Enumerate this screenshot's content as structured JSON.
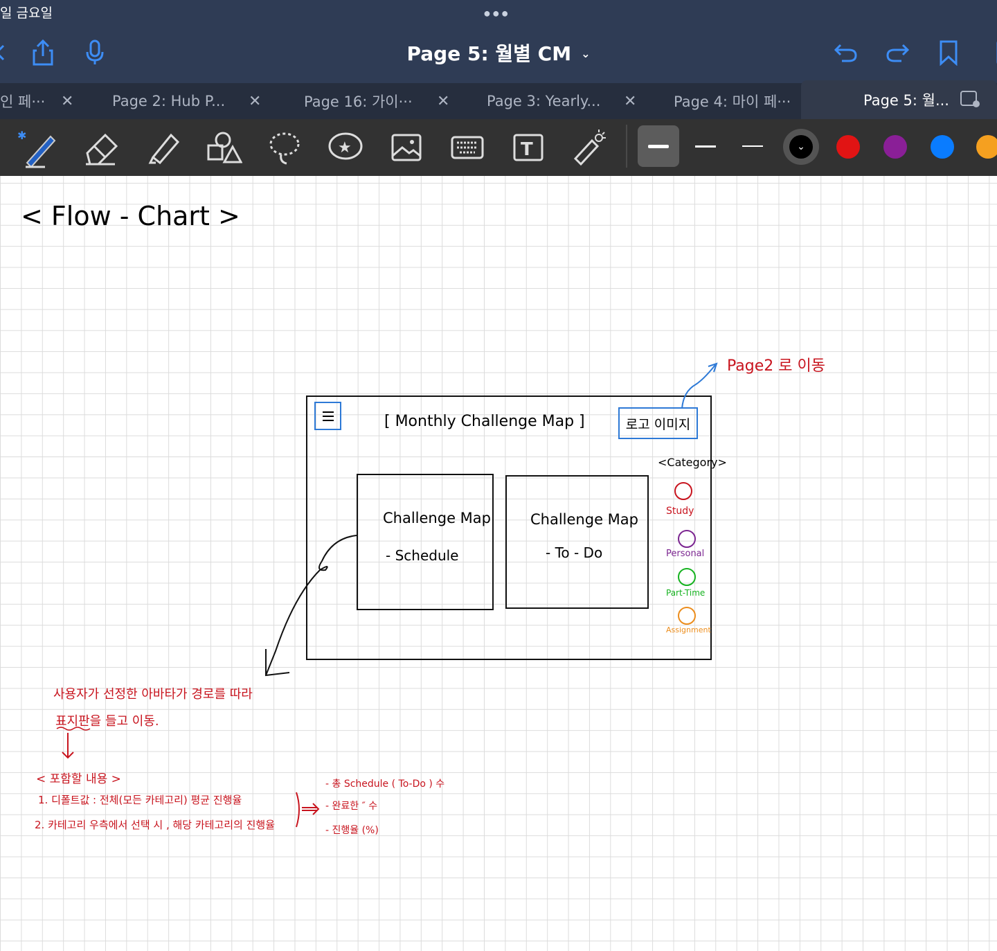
{
  "status": {
    "date_text": "일 금요일"
  },
  "header": {
    "title": "Page 5: 월별 CM",
    "icons": [
      "back-icon",
      "share-icon",
      "microphone-icon",
      "undo-icon",
      "redo-icon",
      "bookmark-icon",
      "pages-icon"
    ]
  },
  "tabs": [
    {
      "label": "인 페···"
    },
    {
      "label": "Page 2: Hub P..."
    },
    {
      "label": "Page 16: 가이···"
    },
    {
      "label": "Page 3: Yearly..."
    },
    {
      "label": "Page 4: 마이 페···"
    },
    {
      "label": "Page 5: 월..."
    }
  ],
  "toolbar": {
    "tools": [
      "pen",
      "eraser",
      "highlighter",
      "shapes",
      "lasso",
      "elements",
      "image",
      "keyboard",
      "text",
      "laser-pointer"
    ],
    "colors": [
      "#000000",
      "#e11414",
      "#8a1f97",
      "#0a7cff",
      "#f5a020"
    ],
    "selected_color": "#000000"
  },
  "canvas": {
    "heading": "< Flow - Chart >",
    "wireframe_title": "[ Monthly  Challenge  Map ]",
    "logo_label": "로고 이미지",
    "page_link": "Page2 로 이동",
    "category_title": "<Category>",
    "categories": [
      {
        "label": "Study",
        "color": "#c8141e"
      },
      {
        "label": "Personal",
        "color": "#7b2590"
      },
      {
        "label": "Part-Time",
        "color": "#15b21f"
      },
      {
        "label": "Assignment",
        "color": "#ec8d1c"
      }
    ],
    "box_left": [
      "Challenge Map",
      "- Schedule"
    ],
    "box_right": [
      "Challenge Map",
      "- To - Do"
    ],
    "note_lines": [
      "사용자가  선정한  아바타가  경로를  따라",
      "표지판을  들고  이동."
    ],
    "include_title": "< 포함할  내용 >",
    "include_items": [
      "1.  디폴트값 :  전체(모든 카테고리)  평균  진행율",
      "2.  카테고리  우측에서   선택 시 ,  해당  카테고리의  진행율"
    ],
    "stats": [
      "-  총  Schedule ( To-Do )  수",
      "-  완료한           ″           수",
      "-  진행율 (%)"
    ]
  }
}
